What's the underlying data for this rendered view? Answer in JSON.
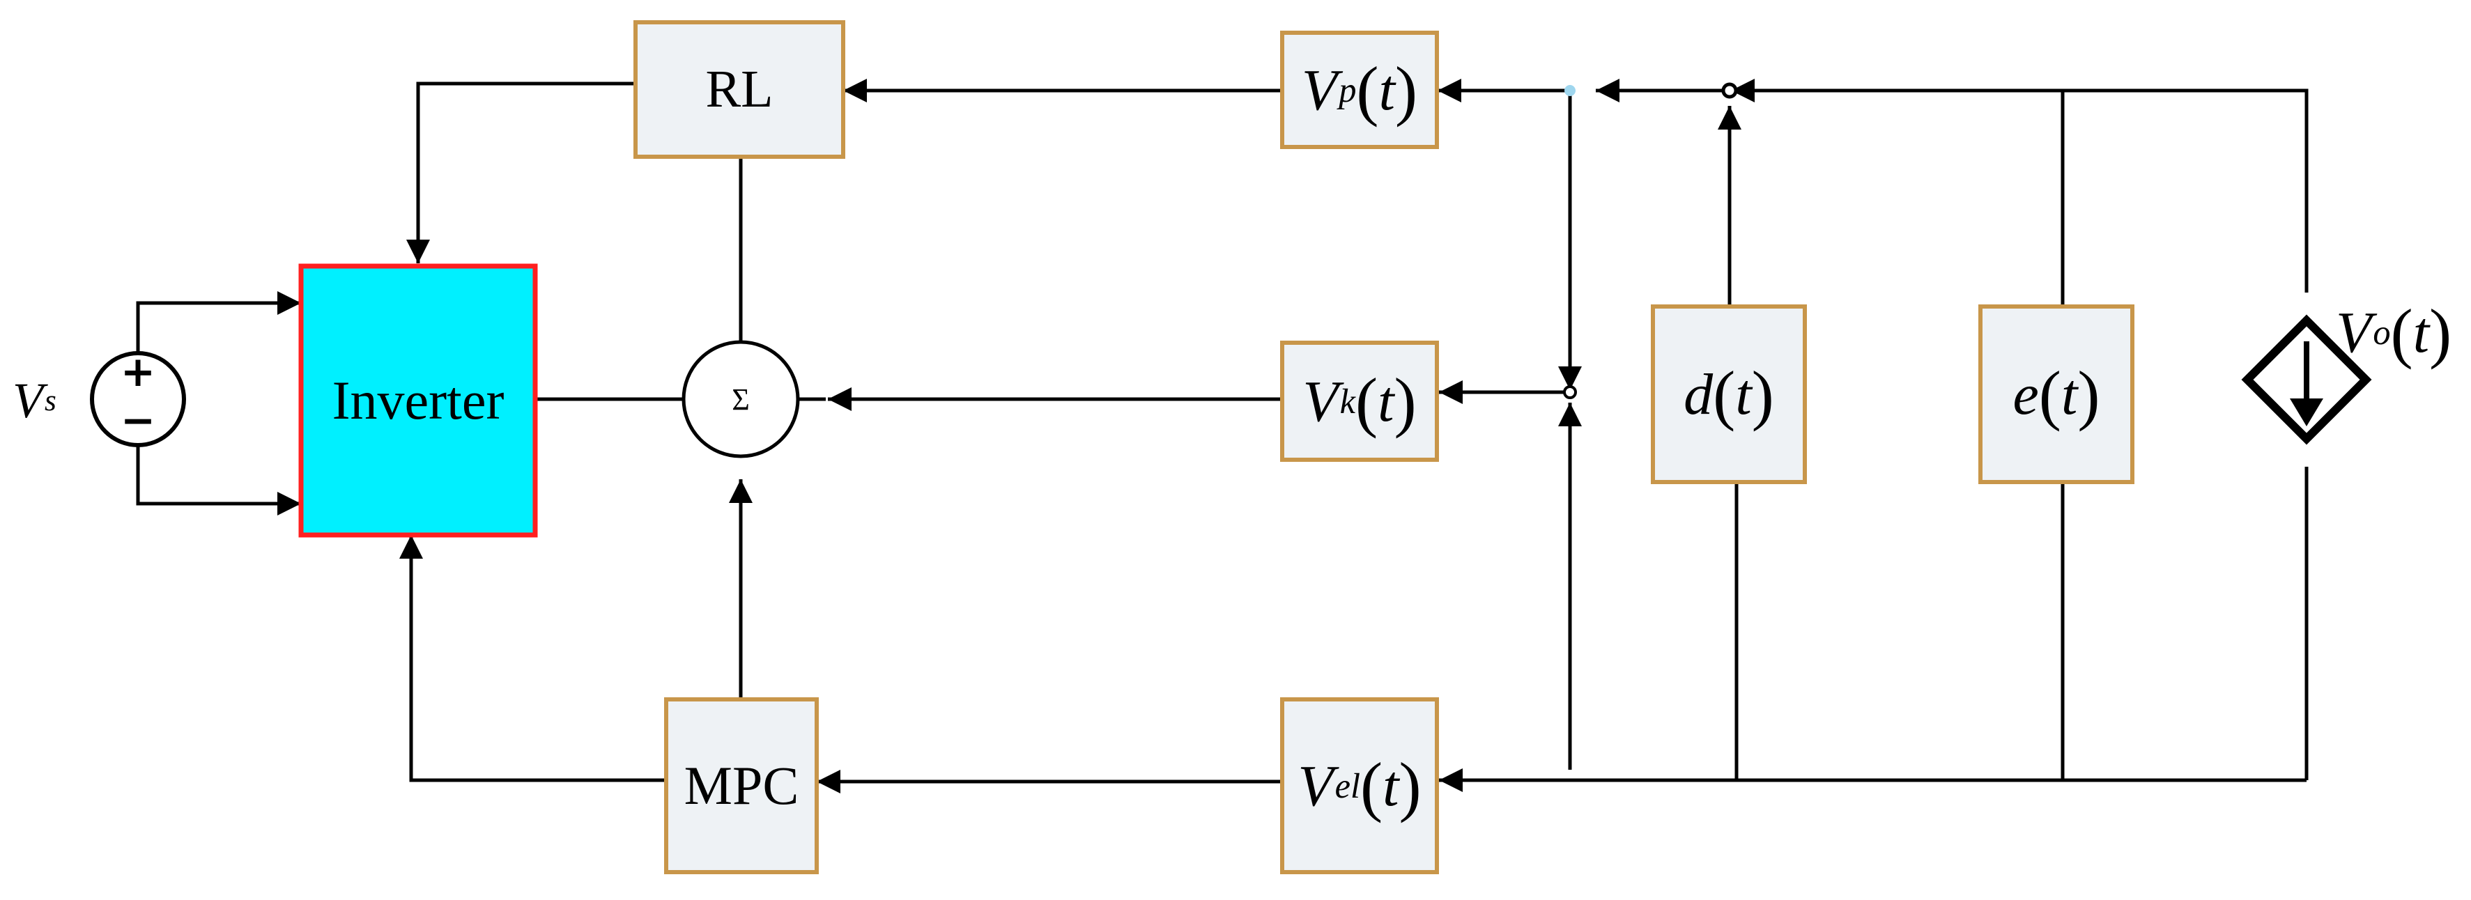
{
  "blocks": {
    "rl": "RL",
    "inverter": "Inverter",
    "mpc": "MPC",
    "sum": "Σ",
    "vp": {
      "base": "V",
      "sub": "p",
      "arg": "t"
    },
    "vk": {
      "base": "V",
      "sub": "k",
      "arg": "t"
    },
    "vel": {
      "base": "V",
      "sub": "el",
      "arg": "t"
    },
    "d": {
      "base": "d",
      "arg": "t"
    },
    "e": {
      "base": "e",
      "arg": "t"
    }
  },
  "sources": {
    "vs": {
      "base": "V",
      "sub": "s"
    },
    "vo": {
      "base": "V",
      "sub": "o",
      "arg": "t"
    },
    "plus": "+",
    "minus": "−"
  },
  "colors": {
    "block_border": "#c8964a",
    "block_fill": "#eef2f5",
    "inverter_fill": "#00f0ff",
    "inverter_border": "#ff2020",
    "wire": "#000000"
  }
}
